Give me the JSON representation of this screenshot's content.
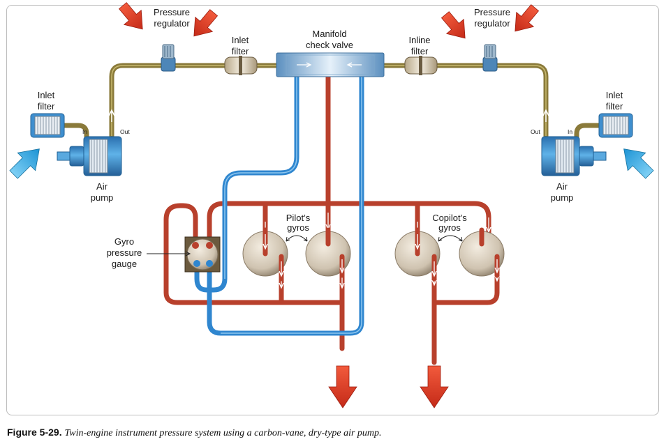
{
  "labels": {
    "pressure_regulator_left": [
      "Pressure",
      "regulator"
    ],
    "pressure_regulator_right": [
      "Pressure",
      "regulator"
    ],
    "inlet_filter_top": [
      "Inlet",
      "filter"
    ],
    "manifold": [
      "Manifold",
      "check valve"
    ],
    "inline_filter": [
      "Inline",
      "filter"
    ],
    "inlet_filter_left": [
      "Inlet",
      "filter"
    ],
    "inlet_filter_right": [
      "Inlet",
      "filter"
    ],
    "port_in_left": "In",
    "port_out_left": "Out",
    "port_in_right": "In",
    "port_out_right": "Out",
    "air_pump_left": [
      "Air",
      "pump"
    ],
    "air_pump_right": [
      "Air",
      "pump"
    ],
    "pilots_gyros": [
      "Pilot’s",
      "gyros"
    ],
    "copilots_gyros": [
      "Copilot’s",
      "gyros"
    ],
    "gyro_gauge": [
      "Gyro",
      "pressure",
      "gauge"
    ]
  },
  "caption": {
    "figure": "Figure 5-29.",
    "text": "Twin-engine instrument pressure system using a carbon-vane, dry-type air pump."
  },
  "colors": {
    "olive_line": "#8a7a3a",
    "red_line": "#b8402c",
    "blue_line": "#2f86cf",
    "component_blue": "#5aa9df",
    "arrow_red": "#e8402a",
    "arrow_blue": "#3aa9e6",
    "gyro": "#d9cfc0"
  }
}
